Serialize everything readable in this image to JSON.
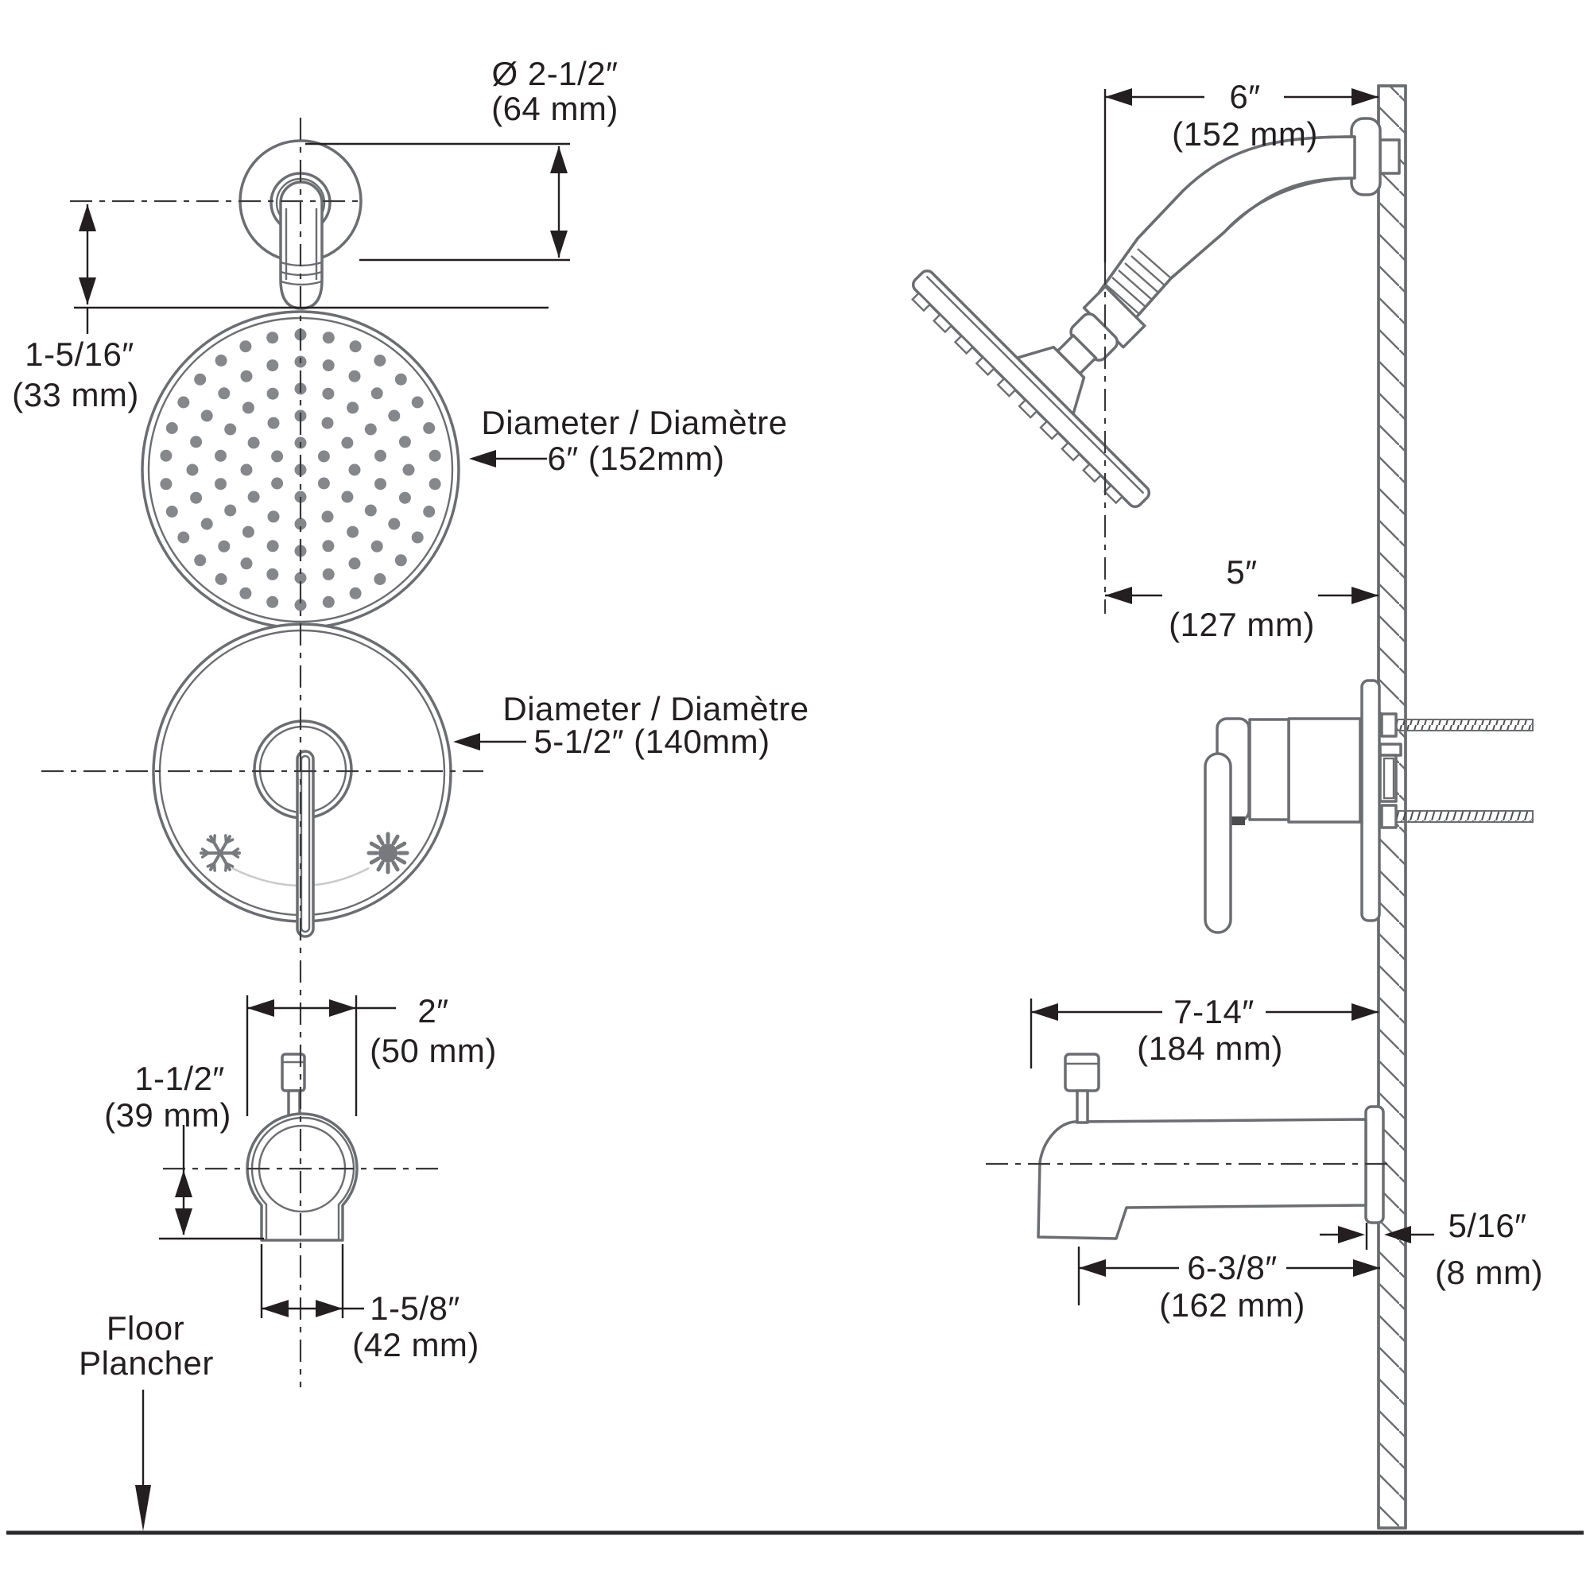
{
  "drawing": {
    "front_view": {
      "flange_diameter": {
        "line1": "Ø 2-1/2″",
        "line2": "(64 mm)"
      },
      "arm_offset": {
        "line1": "1-5/16″",
        "line2": "(33 mm)"
      },
      "head_diameter": {
        "line1": "Diameter / Diamètre",
        "line2": "6″ (152mm)"
      },
      "valve_diameter": {
        "line1": "Diameter / Diamètre",
        "line2": "5-1/2″ (140mm)"
      },
      "spout_width": {
        "line1": "2″",
        "line2": "(50 mm)"
      },
      "spout_drop": {
        "line1": "1-1/2″",
        "line2": "(39 mm)"
      },
      "spout_outlet": {
        "line1": "1-5/8″",
        "line2": "(42 mm)"
      },
      "floor": {
        "line1": "Floor",
        "line2": "Plancher"
      }
    },
    "side_view": {
      "arm_reach": {
        "line1": "6″",
        "line2": "(152 mm)"
      },
      "head_offset": {
        "line1": "5″",
        "line2": "(127 mm)"
      },
      "valve_projection": {
        "line1": "7-14″",
        "line2": "(184 mm)"
      },
      "spout_reach": {
        "line1": "6-3/8″",
        "line2": "(162 mm)"
      },
      "flange_depth": {
        "line1": "5/16″",
        "line2": "(8 mm)"
      }
    },
    "icons": {
      "cold": "snowflake-icon",
      "hot": "sun-icon"
    },
    "colors": {
      "fixture_line": "#6b6d70",
      "dimension_line": "#231f20",
      "nozzle_dot": "#85878a",
      "icon_gray": "#77797c",
      "faint_arc": "#c9cacc",
      "background": "#ffffff"
    }
  }
}
